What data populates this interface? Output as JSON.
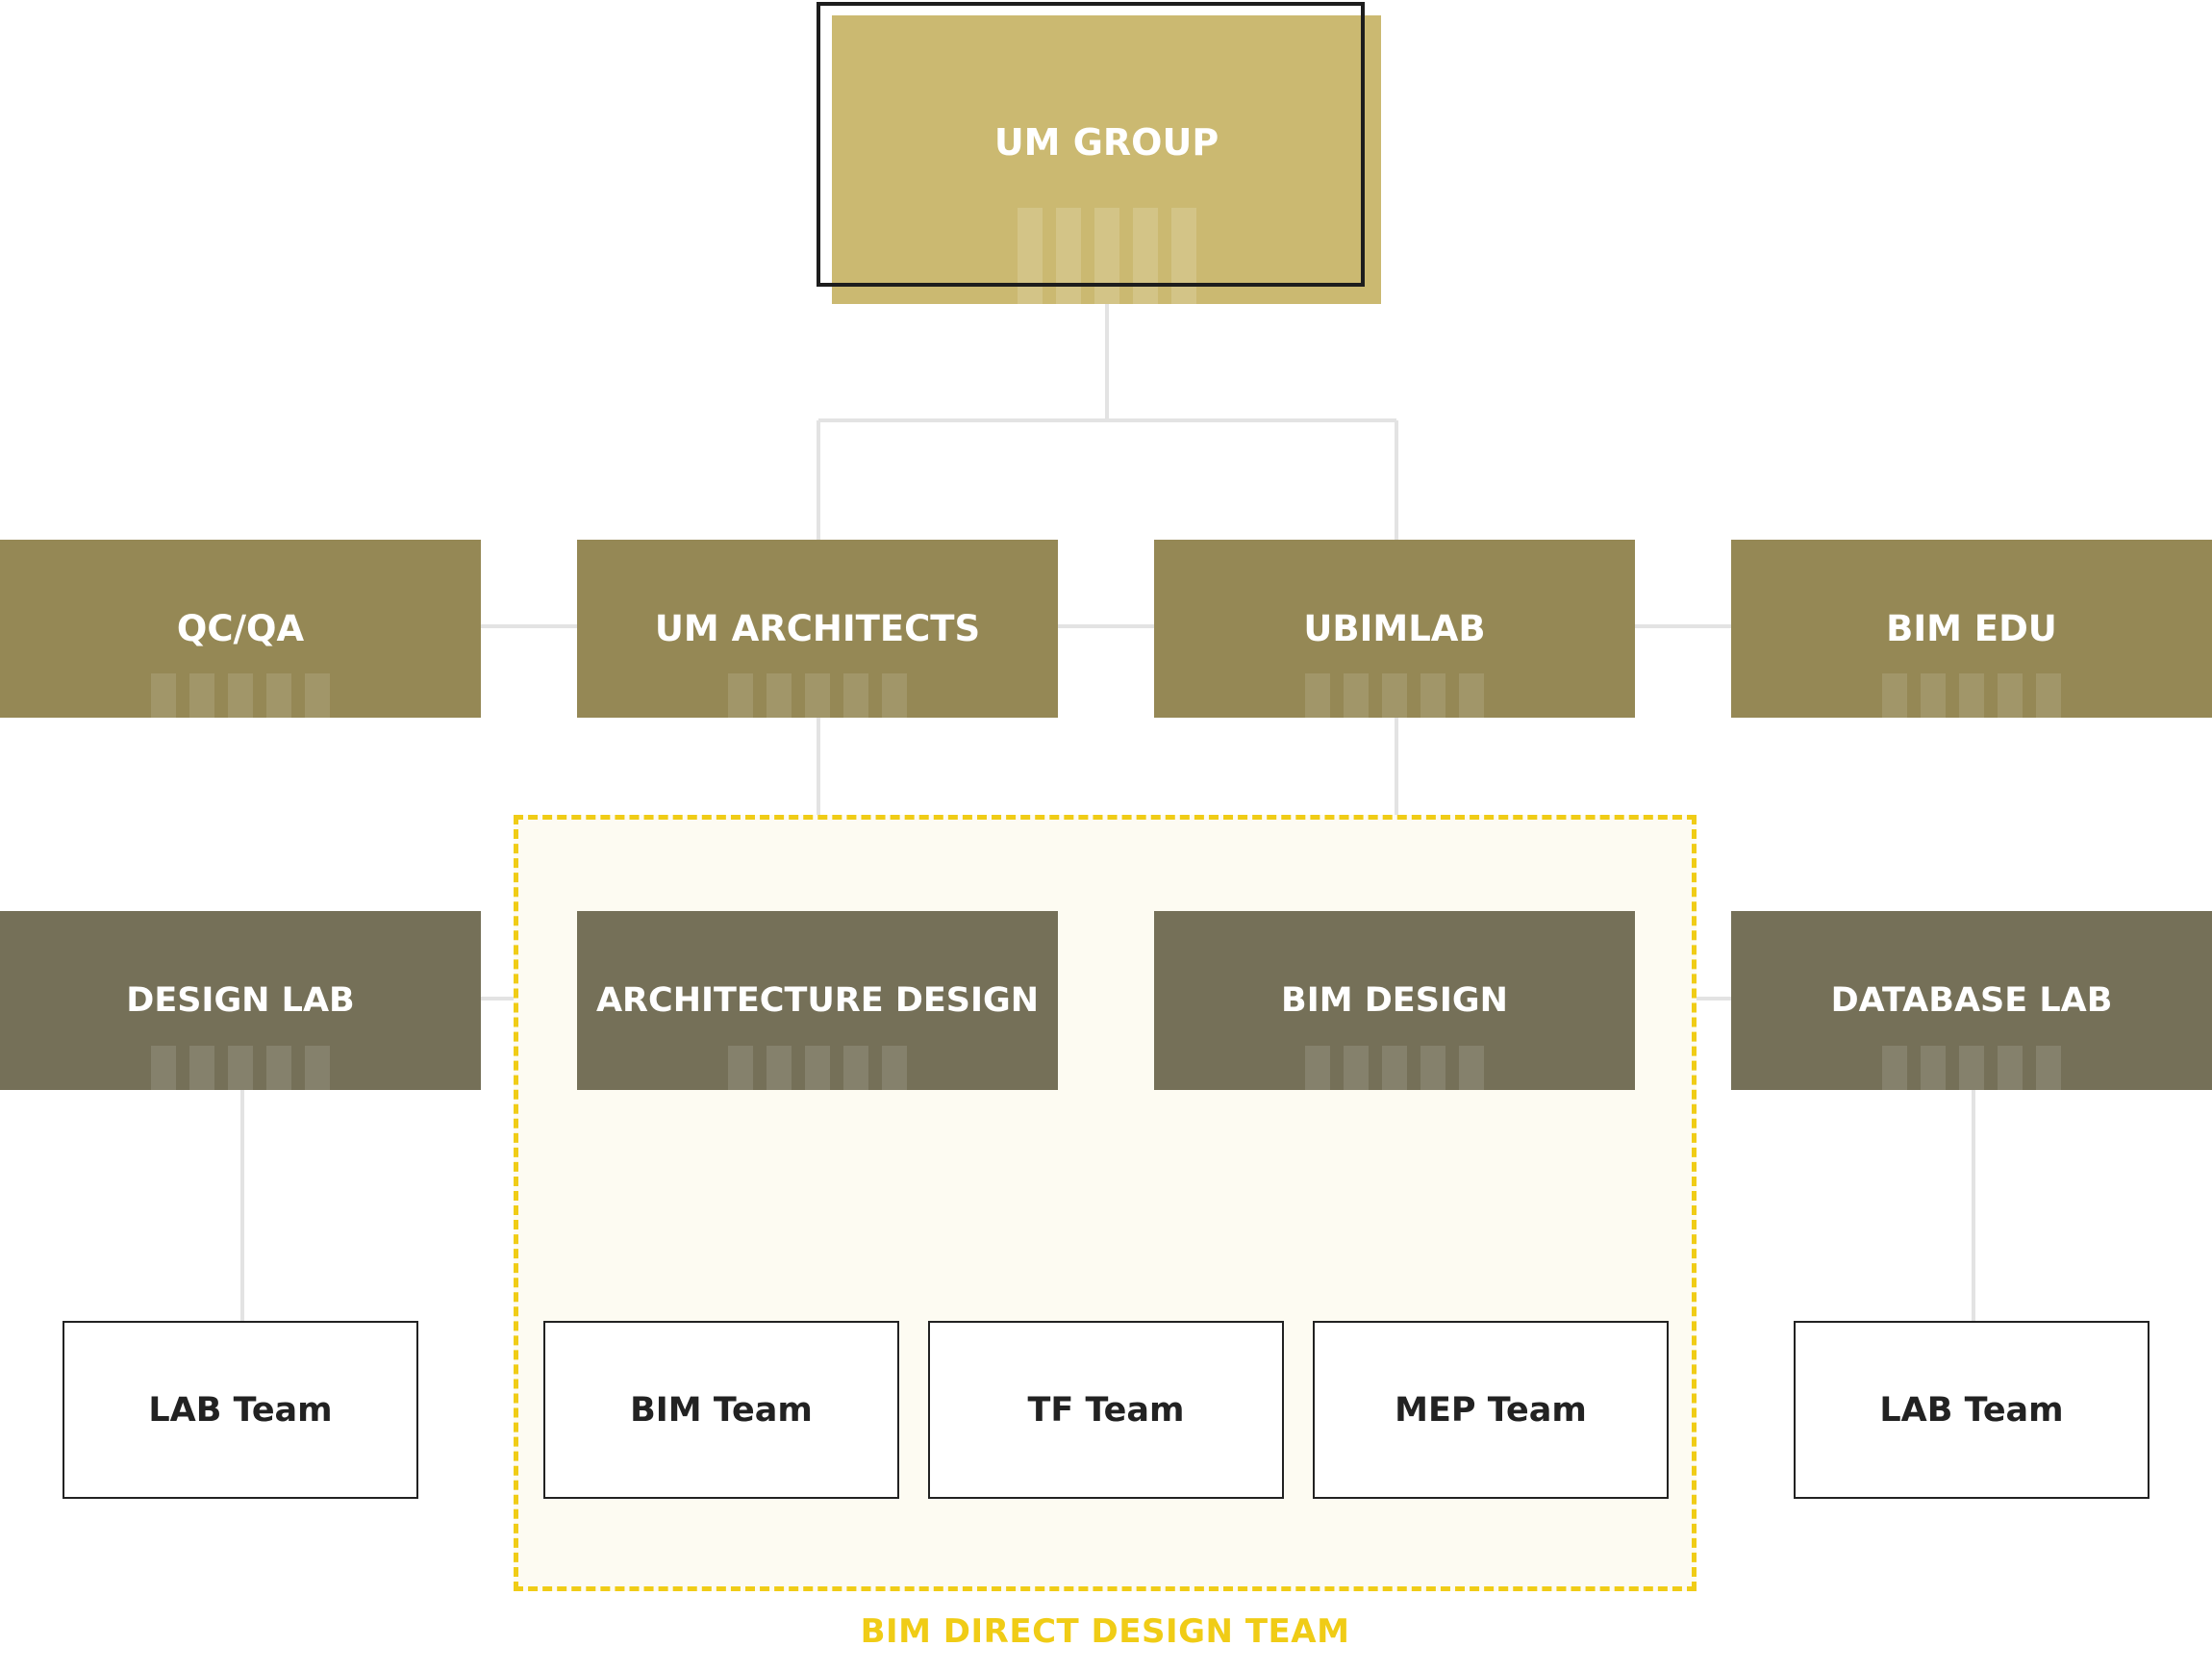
{
  "chart": {
    "root": "UM GROUP",
    "level1": [
      "QC/QA",
      "UM ARCHITECTS",
      "UBIMLAB",
      "BIM EDU"
    ],
    "level2": [
      "DESIGN LAB",
      "ARCHITECTURE DESIGN",
      "BIM DESIGN",
      "DATABASE LAB"
    ],
    "level3": [
      "LAB Team",
      "BIM Team",
      "TF Team",
      "MEP Team",
      "LAB Team"
    ]
  },
  "highlight": {
    "caption": "BIM DIRECT DESIGN TEAM",
    "color": "#f0cc16"
  },
  "colors": {
    "root": "#cbb971",
    "level1": "#958855",
    "level2": "#757058",
    "connector": "#e3e3e3"
  }
}
